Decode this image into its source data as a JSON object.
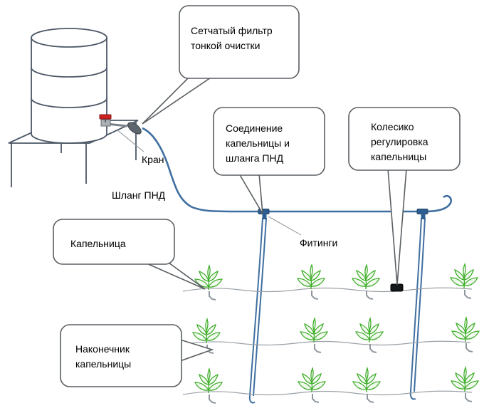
{
  "diagram": {
    "callouts": {
      "filter": "Сетчатый фильтр\nтонкой очистки",
      "connection": "Соединение\nкапельницы и\nшланга ПНД",
      "wheel": "Колесико\nрегулировка\nкапельницы",
      "dripper": "Капельница",
      "tip": "Наконечник\nкапельницы"
    },
    "labels": {
      "tap": "Кран",
      "hose": "Шланг ПНД",
      "fittings": "Фитинги"
    },
    "colors": {
      "hose_blue": "#3f6fa0",
      "fitting_blue": "#2d5e91",
      "plant_green": "#3fae2a",
      "tap_red": "#cc2222",
      "callout_outline": "#5a5f63",
      "tube_gray": "#9aa1a7",
      "wheel_black": "#15181b"
    }
  }
}
